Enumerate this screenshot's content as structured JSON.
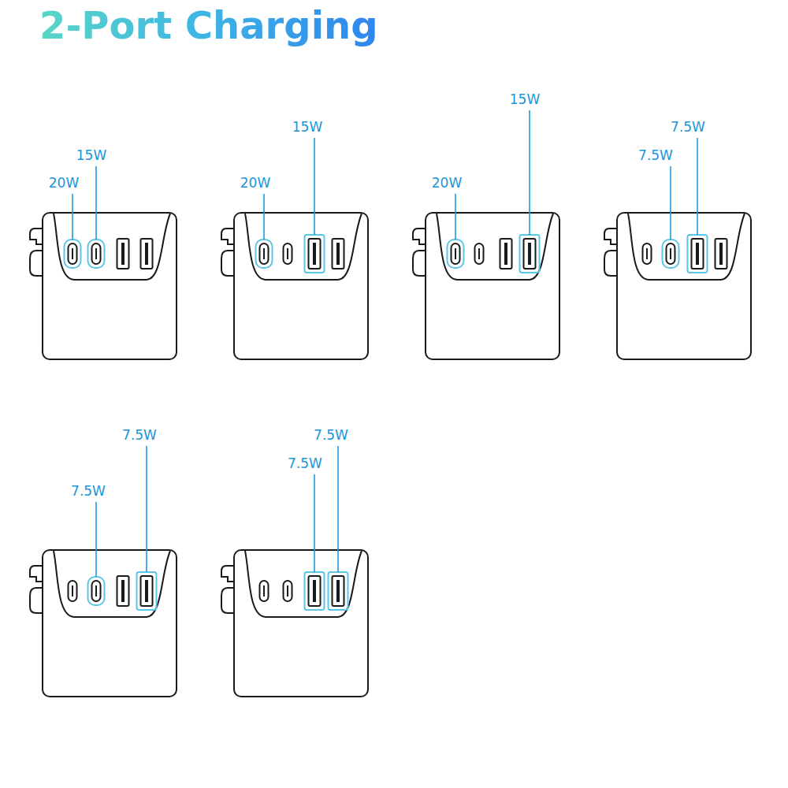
{
  "diagram": {
    "title": "2-Port Charging",
    "labels": [
      "20W",
      "15W",
      "20W",
      "15W",
      "20W",
      "15W",
      "7.5W",
      "7.5W",
      "7.5W",
      "7.5W",
      "7.5W",
      "7.5W"
    ]
  }
}
